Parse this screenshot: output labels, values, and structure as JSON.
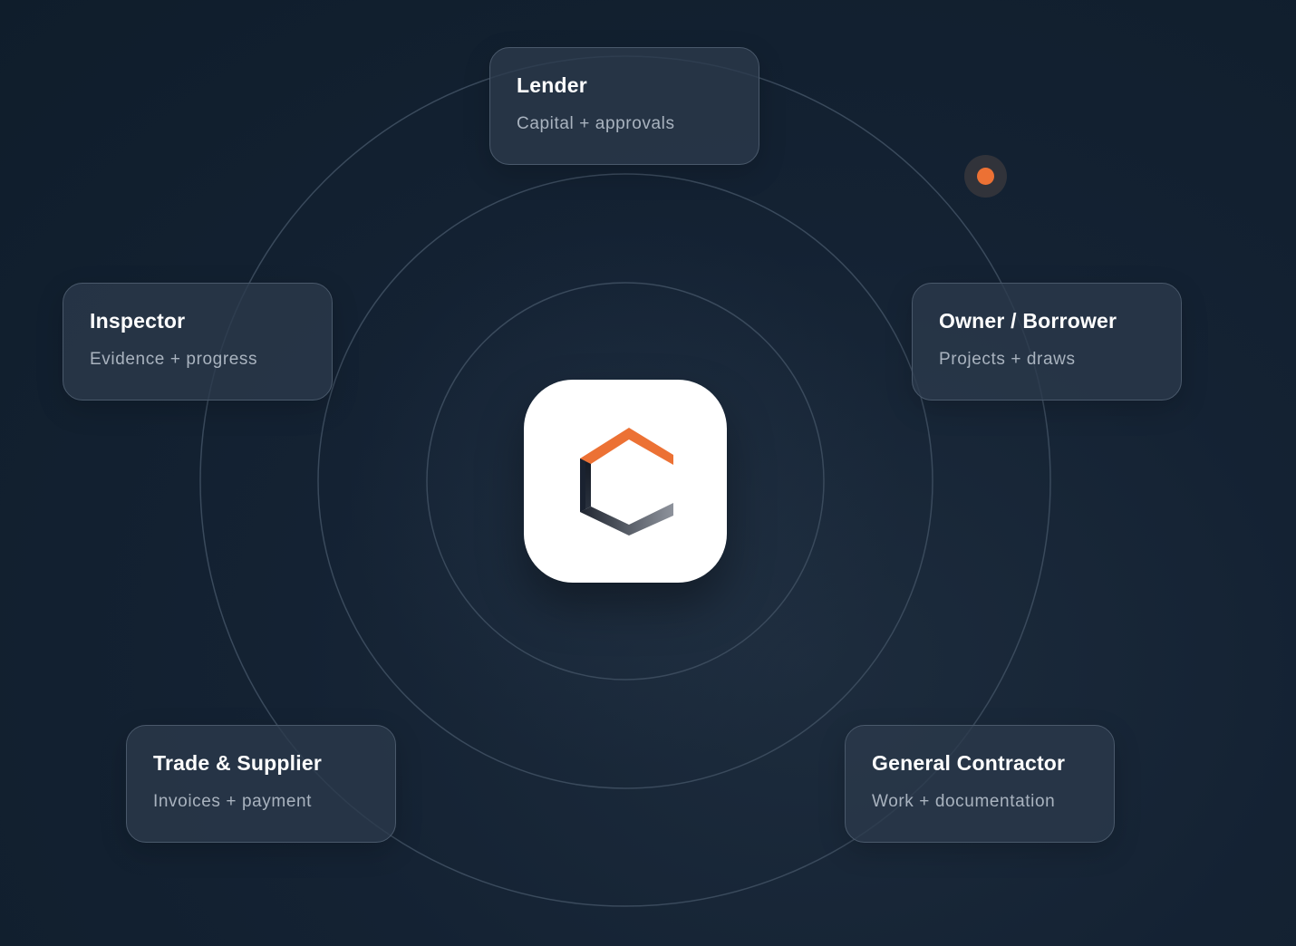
{
  "hub": {
    "logo": "c-hexagon-logo",
    "colors": {
      "accent": "#ec7134",
      "dark": "#1d2430",
      "tile": "#ffffff"
    }
  },
  "nodes": [
    {
      "id": "lender",
      "title": "Lender",
      "subtitle": "Capital + approvals"
    },
    {
      "id": "inspector",
      "title": "Inspector",
      "subtitle": "Evidence + progress"
    },
    {
      "id": "owner-borrower",
      "title": "Owner / Borrower",
      "subtitle": "Projects + draws"
    },
    {
      "id": "trade-supplier",
      "title": "Trade & Supplier",
      "subtitle": "Invoices + payment"
    },
    {
      "id": "general-contractor",
      "title": "General Contractor",
      "subtitle": "Work + documentation"
    }
  ],
  "colors": {
    "background": "#0f1d2b",
    "card": "#2c3a4c",
    "card_border": "#4a596b",
    "orbit_ring": "#3a4a5c",
    "accent_dot": "#ec7134"
  }
}
